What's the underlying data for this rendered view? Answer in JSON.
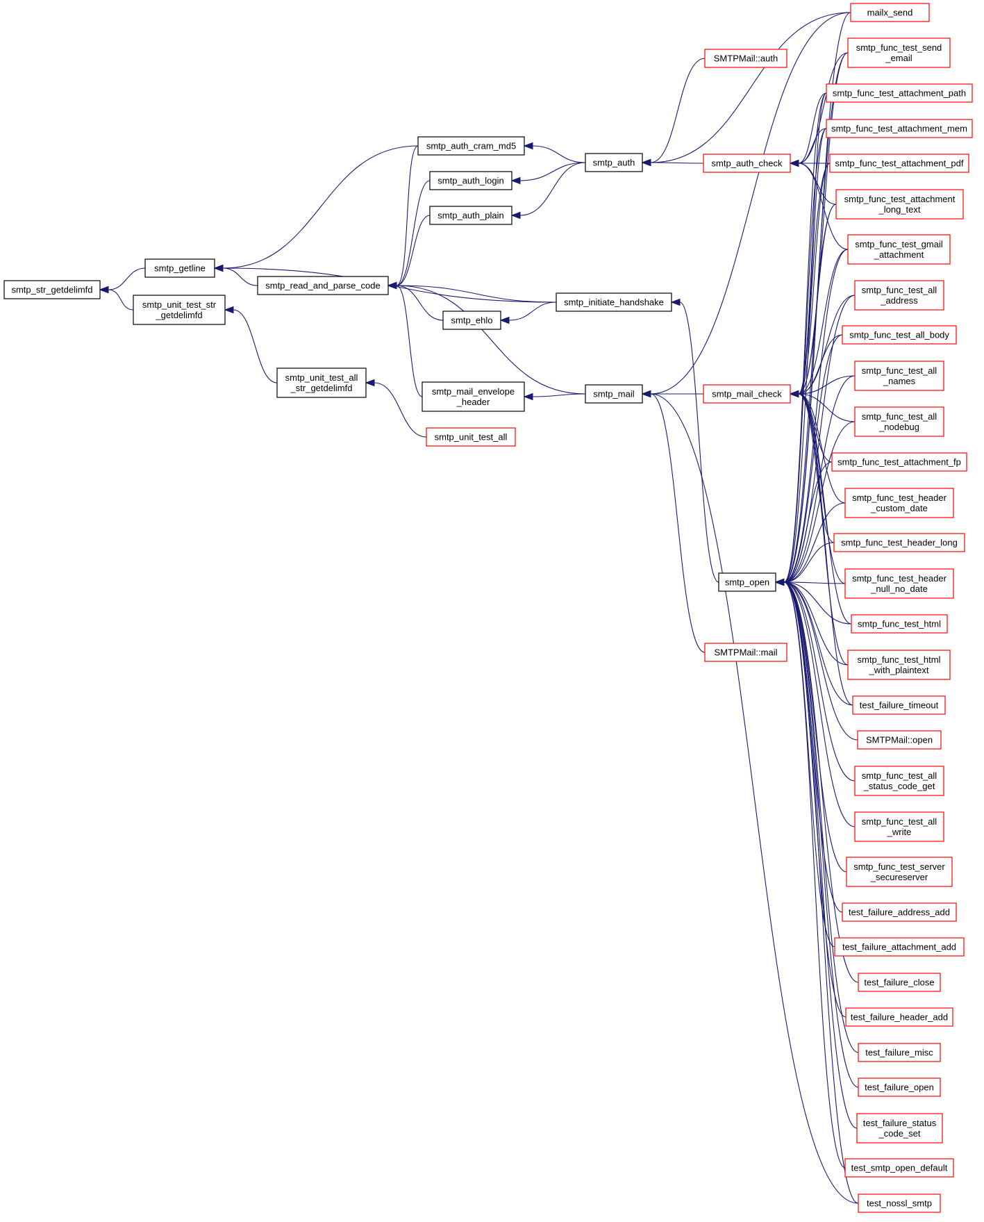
{
  "diagram": {
    "kind": "doxygen caller graph",
    "colors": {
      "edge": "#191970",
      "border_internal": "#000000",
      "border_linked": "#ff0000",
      "root_fill": "#bfbfbf",
      "node_fill": "#ffffff"
    },
    "nodes": [
      {
        "id": "smtp_str_getdelimfd",
        "lines": [
          "smtp_str_getdelimfd"
        ],
        "style": "root"
      },
      {
        "id": "smtp_getline",
        "lines": [
          "smtp_getline"
        ],
        "style": "internal"
      },
      {
        "id": "smtp_unit_test_str_getdelimfd",
        "lines": [
          "smtp_unit_test_str",
          "_getdelimfd"
        ],
        "style": "internal"
      },
      {
        "id": "smtp_auth_cram_md5",
        "lines": [
          "smtp_auth_cram_md5"
        ],
        "style": "internal"
      },
      {
        "id": "smtp_auth_login",
        "lines": [
          "smtp_auth_login"
        ],
        "style": "internal"
      },
      {
        "id": "smtp_auth_plain",
        "lines": [
          "smtp_auth_plain"
        ],
        "style": "internal"
      },
      {
        "id": "smtp_read_and_parse_code",
        "lines": [
          "smtp_read_and_parse_code"
        ],
        "style": "internal"
      },
      {
        "id": "smtp_ehlo",
        "lines": [
          "smtp_ehlo"
        ],
        "style": "internal"
      },
      {
        "id": "smtp_unit_test_all_str_getdelimfd",
        "lines": [
          "smtp_unit_test_all",
          "_str_getdelimfd"
        ],
        "style": "internal"
      },
      {
        "id": "smtp_mail_envelope_header",
        "lines": [
          "smtp_mail_envelope",
          "_header"
        ],
        "style": "internal"
      },
      {
        "id": "smtp_unit_test_all",
        "lines": [
          "smtp_unit_test_all"
        ],
        "style": "linked"
      },
      {
        "id": "smtp_auth",
        "lines": [
          "smtp_auth"
        ],
        "style": "internal"
      },
      {
        "id": "smtp_initiate_handshake",
        "lines": [
          "smtp_initiate_handshake"
        ],
        "style": "internal"
      },
      {
        "id": "smtp_mail",
        "lines": [
          "smtp_mail"
        ],
        "style": "internal"
      },
      {
        "id": "SMTPMail_auth",
        "lines": [
          "SMTPMail::auth"
        ],
        "style": "linked"
      },
      {
        "id": "smtp_auth_check",
        "lines": [
          "smtp_auth_check"
        ],
        "style": "linked"
      },
      {
        "id": "smtp_mail_check",
        "lines": [
          "smtp_mail_check"
        ],
        "style": "linked"
      },
      {
        "id": "smtp_open",
        "lines": [
          "smtp_open"
        ],
        "style": "internal"
      },
      {
        "id": "SMTPMail_mail",
        "lines": [
          "SMTPMail::mail"
        ],
        "style": "linked"
      },
      {
        "id": "mailx_send",
        "lines": [
          "mailx_send"
        ],
        "style": "linked"
      },
      {
        "id": "smtp_func_test_send_email",
        "lines": [
          "smtp_func_test_send",
          "_email"
        ],
        "style": "linked"
      },
      {
        "id": "smtp_func_test_attachment_path",
        "lines": [
          "smtp_func_test_attachment_path"
        ],
        "style": "linked"
      },
      {
        "id": "smtp_func_test_attachment_mem",
        "lines": [
          "smtp_func_test_attachment_mem"
        ],
        "style": "linked"
      },
      {
        "id": "smtp_func_test_attachment_pdf",
        "lines": [
          "smtp_func_test_attachment_pdf"
        ],
        "style": "linked"
      },
      {
        "id": "smtp_func_test_attachment_long_text",
        "lines": [
          "smtp_func_test_attachment",
          "_long_text"
        ],
        "style": "linked"
      },
      {
        "id": "smtp_func_test_gmail_attachment",
        "lines": [
          "smtp_func_test_gmail",
          "_attachment"
        ],
        "style": "linked"
      },
      {
        "id": "smtp_func_test_all_address",
        "lines": [
          "smtp_func_test_all",
          "_address"
        ],
        "style": "linked"
      },
      {
        "id": "smtp_func_test_all_body",
        "lines": [
          "smtp_func_test_all_body"
        ],
        "style": "linked"
      },
      {
        "id": "smtp_func_test_all_names",
        "lines": [
          "smtp_func_test_all",
          "_names"
        ],
        "style": "linked"
      },
      {
        "id": "smtp_func_test_all_nodebug",
        "lines": [
          "smtp_func_test_all",
          "_nodebug"
        ],
        "style": "linked"
      },
      {
        "id": "smtp_func_test_attachment_fp",
        "lines": [
          "smtp_func_test_attachment_fp"
        ],
        "style": "linked"
      },
      {
        "id": "smtp_func_test_header_custom_date",
        "lines": [
          "smtp_func_test_header",
          "_custom_date"
        ],
        "style": "linked"
      },
      {
        "id": "smtp_func_test_header_long",
        "lines": [
          "smtp_func_test_header_long"
        ],
        "style": "linked"
      },
      {
        "id": "smtp_func_test_header_null_no_date",
        "lines": [
          "smtp_func_test_header",
          "_null_no_date"
        ],
        "style": "linked"
      },
      {
        "id": "smtp_func_test_html",
        "lines": [
          "smtp_func_test_html"
        ],
        "style": "linked"
      },
      {
        "id": "smtp_func_test_html_with_plaintext",
        "lines": [
          "smtp_func_test_html",
          "_with_plaintext"
        ],
        "style": "linked"
      },
      {
        "id": "test_failure_timeout",
        "lines": [
          "test_failure_timeout"
        ],
        "style": "linked"
      },
      {
        "id": "SMTPMail_open",
        "lines": [
          "SMTPMail::open"
        ],
        "style": "linked"
      },
      {
        "id": "smtp_func_test_all_status_code_get",
        "lines": [
          "smtp_func_test_all",
          "_status_code_get"
        ],
        "style": "linked"
      },
      {
        "id": "smtp_func_test_all_write",
        "lines": [
          "smtp_func_test_all",
          "_write"
        ],
        "style": "linked"
      },
      {
        "id": "smtp_func_test_server_secureserver",
        "lines": [
          "smtp_func_test_server",
          "_secureserver"
        ],
        "style": "linked"
      },
      {
        "id": "test_failure_address_add",
        "lines": [
          "test_failure_address_add"
        ],
        "style": "linked"
      },
      {
        "id": "test_failure_attachment_add",
        "lines": [
          "test_failure_attachment_add"
        ],
        "style": "linked"
      },
      {
        "id": "test_failure_close",
        "lines": [
          "test_failure_close"
        ],
        "style": "linked"
      },
      {
        "id": "test_failure_header_add",
        "lines": [
          "test_failure_header_add"
        ],
        "style": "linked"
      },
      {
        "id": "test_failure_misc",
        "lines": [
          "test_failure_misc"
        ],
        "style": "linked"
      },
      {
        "id": "test_failure_open",
        "lines": [
          "test_failure_open"
        ],
        "style": "linked"
      },
      {
        "id": "test_failure_status_code_set",
        "lines": [
          "test_failure_status",
          "_code_set"
        ],
        "style": "linked"
      },
      {
        "id": "test_smtp_open_default",
        "lines": [
          "test_smtp_open_default"
        ],
        "style": "linked"
      },
      {
        "id": "test_nossl_smtp",
        "lines": [
          "test_nossl_smtp"
        ],
        "style": "linked"
      }
    ],
    "edges": [
      {
        "from": "smtp_getline",
        "to": "smtp_str_getdelimfd"
      },
      {
        "from": "smtp_unit_test_str_getdelimfd",
        "to": "smtp_str_getdelimfd"
      },
      {
        "from": "smtp_auth_cram_md5",
        "to": "smtp_getline"
      },
      {
        "from": "smtp_read_and_parse_code",
        "to": "smtp_getline"
      },
      {
        "from": "smtp_initiate_handshake",
        "to": "smtp_getline"
      },
      {
        "from": "smtp_unit_test_all_str_getdelimfd",
        "to": "smtp_unit_test_str_getdelimfd"
      },
      {
        "from": "smtp_auth_cram_md5",
        "to": "smtp_read_and_parse_code"
      },
      {
        "from": "smtp_auth_login",
        "to": "smtp_read_and_parse_code"
      },
      {
        "from": "smtp_auth_plain",
        "to": "smtp_read_and_parse_code"
      },
      {
        "from": "smtp_ehlo",
        "to": "smtp_read_and_parse_code"
      },
      {
        "from": "smtp_initiate_handshake",
        "to": "smtp_read_and_parse_code"
      },
      {
        "from": "smtp_mail_envelope_header",
        "to": "smtp_read_and_parse_code"
      },
      {
        "from": "smtp_mail",
        "to": "smtp_read_and_parse_code"
      },
      {
        "from": "smtp_unit_test_all",
        "to": "smtp_unit_test_all_str_getdelimfd"
      },
      {
        "from": "smtp_auth",
        "to": "smtp_auth_cram_md5"
      },
      {
        "from": "smtp_auth",
        "to": "smtp_auth_login"
      },
      {
        "from": "smtp_auth",
        "to": "smtp_auth_plain"
      },
      {
        "from": "smtp_initiate_handshake",
        "to": "smtp_ehlo"
      },
      {
        "from": "smtp_mail",
        "to": "smtp_mail_envelope_header"
      },
      {
        "from": "SMTPMail_auth",
        "to": "smtp_auth"
      },
      {
        "from": "smtp_auth_check",
        "to": "smtp_auth"
      },
      {
        "from": "mailx_send",
        "to": "smtp_auth"
      },
      {
        "from": "smtp_open",
        "to": "smtp_initiate_handshake"
      },
      {
        "from": "smtp_mail_check",
        "to": "smtp_mail"
      },
      {
        "from": "SMTPMail_mail",
        "to": "smtp_mail"
      },
      {
        "from": "mailx_send",
        "to": "smtp_mail"
      },
      {
        "from": "test_nossl_smtp",
        "to": "smtp_mail"
      },
      {
        "from": "smtp_func_test_send_email",
        "to": "smtp_auth_check"
      },
      {
        "from": "smtp_func_test_attachment_path",
        "to": "smtp_auth_check"
      },
      {
        "from": "smtp_func_test_attachment_mem",
        "to": "smtp_auth_check"
      },
      {
        "from": "smtp_func_test_attachment_pdf",
        "to": "smtp_auth_check"
      },
      {
        "from": "smtp_func_test_attachment_long_text",
        "to": "smtp_auth_check"
      },
      {
        "from": "smtp_func_test_gmail_attachment",
        "to": "smtp_auth_check"
      },
      {
        "from": "smtp_func_test_send_email",
        "to": "smtp_mail_check"
      },
      {
        "from": "smtp_func_test_attachment_path",
        "to": "smtp_mail_check"
      },
      {
        "from": "smtp_func_test_attachment_mem",
        "to": "smtp_mail_check"
      },
      {
        "from": "smtp_func_test_attachment_pdf",
        "to": "smtp_mail_check"
      },
      {
        "from": "smtp_func_test_attachment_long_text",
        "to": "smtp_mail_check"
      },
      {
        "from": "smtp_func_test_gmail_attachment",
        "to": "smtp_mail_check"
      },
      {
        "from": "smtp_func_test_all_address",
        "to": "smtp_mail_check"
      },
      {
        "from": "smtp_func_test_all_body",
        "to": "smtp_mail_check"
      },
      {
        "from": "smtp_func_test_all_names",
        "to": "smtp_mail_check"
      },
      {
        "from": "smtp_func_test_all_nodebug",
        "to": "smtp_mail_check"
      },
      {
        "from": "smtp_func_test_attachment_fp",
        "to": "smtp_mail_check"
      },
      {
        "from": "smtp_func_test_header_custom_date",
        "to": "smtp_mail_check"
      },
      {
        "from": "smtp_func_test_header_long",
        "to": "smtp_mail_check"
      },
      {
        "from": "smtp_func_test_header_null_no_date",
        "to": "smtp_mail_check"
      },
      {
        "from": "smtp_func_test_html",
        "to": "smtp_mail_check"
      },
      {
        "from": "smtp_func_test_html_with_plaintext",
        "to": "smtp_mail_check"
      },
      {
        "from": "test_failure_timeout",
        "to": "smtp_mail_check"
      },
      {
        "from": "mailx_send",
        "to": "smtp_open"
      },
      {
        "from": "smtp_func_test_send_email",
        "to": "smtp_open"
      },
      {
        "from": "smtp_func_test_attachment_path",
        "to": "smtp_open"
      },
      {
        "from": "smtp_func_test_attachment_mem",
        "to": "smtp_open"
      },
      {
        "from": "smtp_func_test_attachment_pdf",
        "to": "smtp_open"
      },
      {
        "from": "smtp_func_test_attachment_long_text",
        "to": "smtp_open"
      },
      {
        "from": "smtp_func_test_gmail_attachment",
        "to": "smtp_open"
      },
      {
        "from": "smtp_func_test_all_address",
        "to": "smtp_open"
      },
      {
        "from": "smtp_func_test_all_body",
        "to": "smtp_open"
      },
      {
        "from": "smtp_func_test_all_names",
        "to": "smtp_open"
      },
      {
        "from": "smtp_func_test_all_nodebug",
        "to": "smtp_open"
      },
      {
        "from": "smtp_func_test_attachment_fp",
        "to": "smtp_open"
      },
      {
        "from": "smtp_func_test_header_custom_date",
        "to": "smtp_open"
      },
      {
        "from": "smtp_func_test_header_long",
        "to": "smtp_open"
      },
      {
        "from": "smtp_func_test_header_null_no_date",
        "to": "smtp_open"
      },
      {
        "from": "smtp_func_test_html",
        "to": "smtp_open"
      },
      {
        "from": "smtp_func_test_html_with_plaintext",
        "to": "smtp_open"
      },
      {
        "from": "test_failure_timeout",
        "to": "smtp_open"
      },
      {
        "from": "SMTPMail_open",
        "to": "smtp_open"
      },
      {
        "from": "smtp_func_test_all_status_code_get",
        "to": "smtp_open"
      },
      {
        "from": "smtp_func_test_all_write",
        "to": "smtp_open"
      },
      {
        "from": "smtp_func_test_server_secureserver",
        "to": "smtp_open"
      },
      {
        "from": "test_failure_address_add",
        "to": "smtp_open"
      },
      {
        "from": "test_failure_attachment_add",
        "to": "smtp_open"
      },
      {
        "from": "test_failure_close",
        "to": "smtp_open"
      },
      {
        "from": "test_failure_header_add",
        "to": "smtp_open"
      },
      {
        "from": "test_failure_misc",
        "to": "smtp_open"
      },
      {
        "from": "test_failure_open",
        "to": "smtp_open"
      },
      {
        "from": "test_failure_status_code_set",
        "to": "smtp_open"
      },
      {
        "from": "test_smtp_open_default",
        "to": "smtp_open"
      },
      {
        "from": "test_nossl_smtp",
        "to": "smtp_open"
      }
    ]
  }
}
